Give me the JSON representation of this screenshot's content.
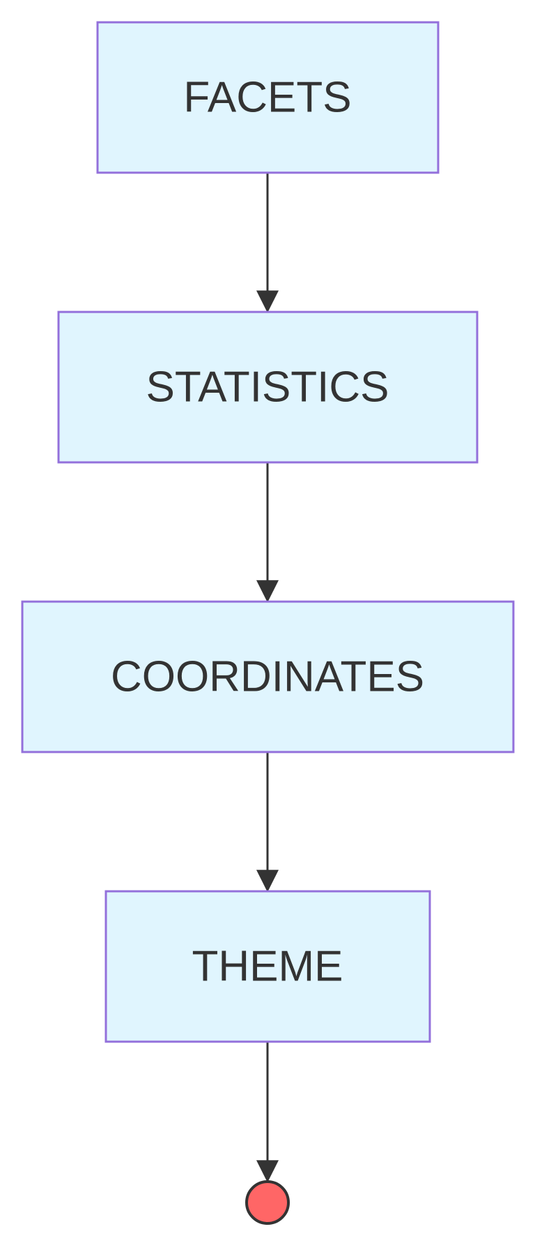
{
  "colors": {
    "node_fill": "#e0f5fe",
    "node_border": "#9370db",
    "text": "#333333",
    "edge": "#333333",
    "end_fill": "#ff6666",
    "background": "#ffffff"
  },
  "nodes": [
    {
      "id": "facets",
      "label": "FACETS"
    },
    {
      "id": "statistics",
      "label": "STATISTICS"
    },
    {
      "id": "coordinates",
      "label": "COORDINATES"
    },
    {
      "id": "theme",
      "label": "THEME"
    }
  ],
  "terminal": {
    "shape": "circle",
    "semantic": "end-node"
  },
  "edges": [
    {
      "from": "facets",
      "to": "statistics"
    },
    {
      "from": "statistics",
      "to": "coordinates"
    },
    {
      "from": "coordinates",
      "to": "theme"
    },
    {
      "from": "theme",
      "to": "end"
    }
  ]
}
